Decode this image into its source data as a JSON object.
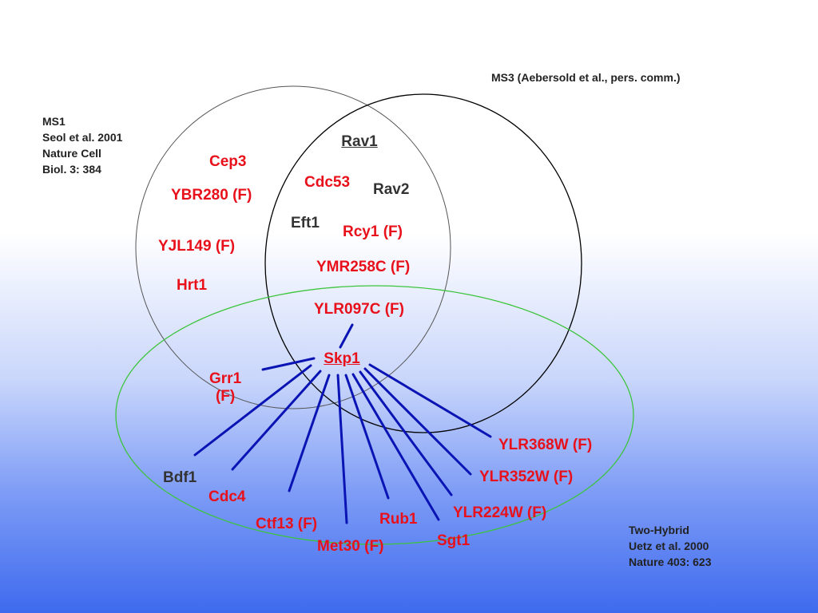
{
  "annotations": {
    "ms3": "MS3 (Aebersold et al., pers. comm.)",
    "ms1": [
      "MS1",
      "Seol et al. 2001",
      "Nature Cell",
      "Biol. 3: 384"
    ],
    "two_hybrid": [
      "Two-Hybrid",
      "Uetz et al. 2000",
      "Nature 403: 623"
    ]
  },
  "genes": {
    "rav1": "Rav1",
    "cep3": "Cep3",
    "cdc53": "Cdc53",
    "rav2": "Rav2",
    "ybr280": "YBR280 (F)",
    "eft1": "Eft1",
    "rcy1": "Rcy1 (F)",
    "yjl149": "YJL149 (F)",
    "ymr258c": "YMR258C (F)",
    "hrt1": "Hrt1",
    "ylr097c": "YLR097C (F)",
    "skp1": "Skp1",
    "grr1": [
      "Grr1",
      "(F)"
    ],
    "ylr368w": "YLR368W (F)",
    "bdf1": "Bdf1",
    "ylr352w": "YLR352W (F)",
    "cdc4": "Cdc4",
    "ylr224w": "YLR224W (F)",
    "rub1": "Rub1",
    "ctf13": "Ctf13 (F)",
    "sgt1": "Sgt1",
    "met30": "Met30 (F)"
  },
  "colors": {
    "ms1_circle": "#555555",
    "ms3_circle": "#000000",
    "two_hybrid_ellipse": "#3cc43c",
    "connector_line": "#0a14b4",
    "red_label": "#e8101a",
    "dark_label": "#333333"
  }
}
